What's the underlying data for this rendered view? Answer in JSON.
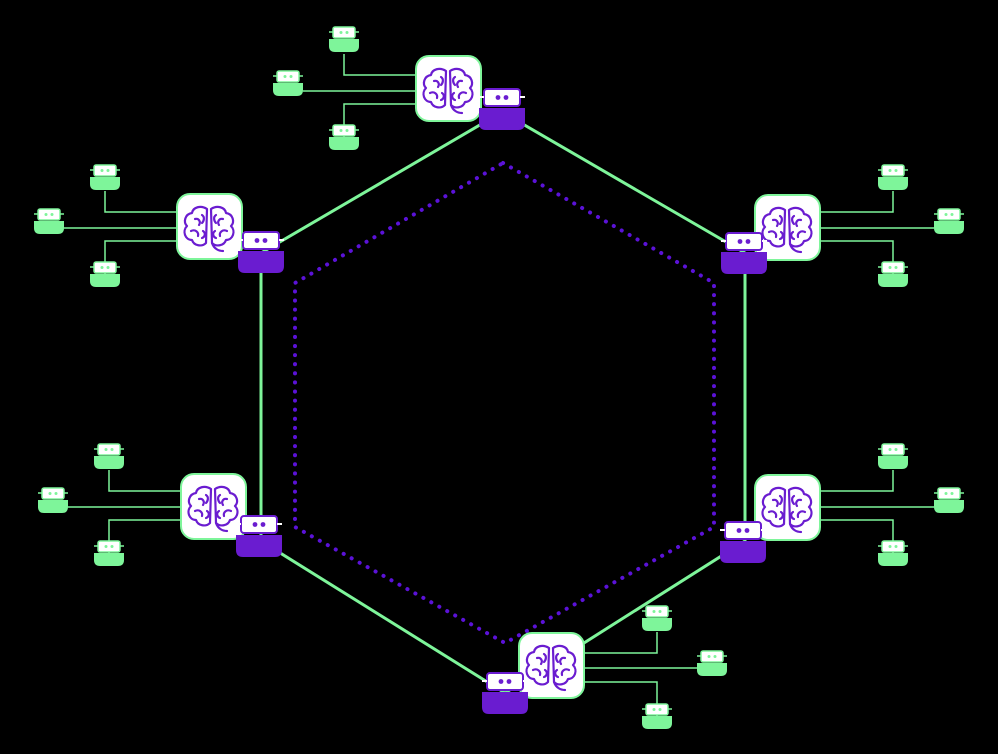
{
  "diagram": {
    "background": "#000000",
    "ring_color": "#7EF59A",
    "inner_ring_color": "#5B12D8",
    "node_bg": "#FFFFFF",
    "node_border": "#7EF59A",
    "brain_color": "#6A1CD0",
    "hub_icon": "robot-icon",
    "node_icon": "brain-icon",
    "leaf_icon": "robot-icon",
    "hub_color": "#6A1CD0",
    "leaf_color": "#7EF59A",
    "nodes": [
      {
        "id": "top",
        "leaves": 3,
        "leaf_side": "left"
      },
      {
        "id": "upper-right",
        "leaves": 3,
        "leaf_side": "right"
      },
      {
        "id": "lower-right",
        "leaves": 3,
        "leaf_side": "right"
      },
      {
        "id": "bottom",
        "leaves": 3,
        "leaf_side": "right"
      },
      {
        "id": "lower-left",
        "leaves": 3,
        "leaf_side": "left"
      },
      {
        "id": "upper-left",
        "leaves": 3,
        "leaf_side": "left"
      }
    ]
  }
}
